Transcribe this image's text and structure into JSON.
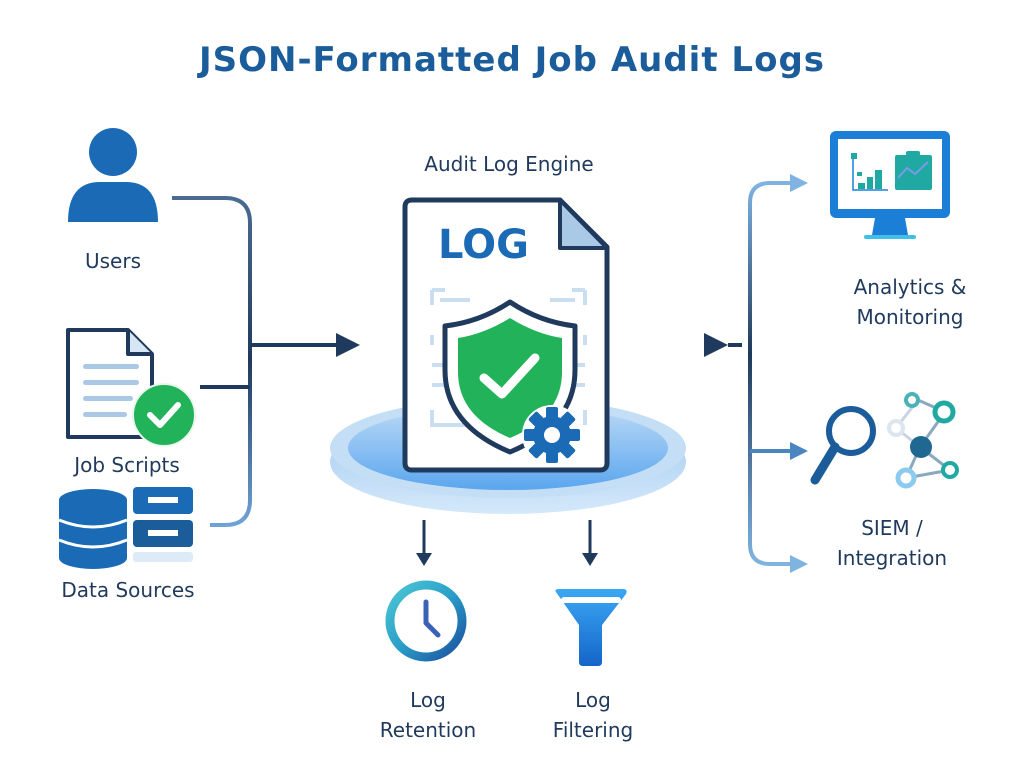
{
  "title": "JSON-Formatted Job Audit Logs",
  "engine": {
    "label": "Audit Log Engine",
    "document_text": "LOG"
  },
  "inputs": [
    {
      "label": "Users",
      "icon": "user-icon"
    },
    {
      "label": "Job Scripts",
      "icon": "script-document-check-icon"
    },
    {
      "label": "Data Sources",
      "icon": "database-icon"
    }
  ],
  "outputs": [
    {
      "label_line1": "Analytics &",
      "label_line2": "Monitoring",
      "icon": "monitor-chart-icon"
    },
    {
      "label_line1": "SIEM /",
      "label_line2": "Integration",
      "icon": "search-network-icon"
    }
  ],
  "bottom": [
    {
      "label_line1": "Log",
      "label_line2": "Retention",
      "icon": "clock-icon"
    },
    {
      "label_line1": "Log",
      "label_line2": "Filtering",
      "icon": "filter-icon"
    }
  ],
  "colors": {
    "title": "#1b5c9a",
    "primary_blue": "#1b6ab5",
    "dark_navy": "#1f3a5c",
    "success_green": "#22b35a",
    "light_blue": "#7fb3e0"
  }
}
